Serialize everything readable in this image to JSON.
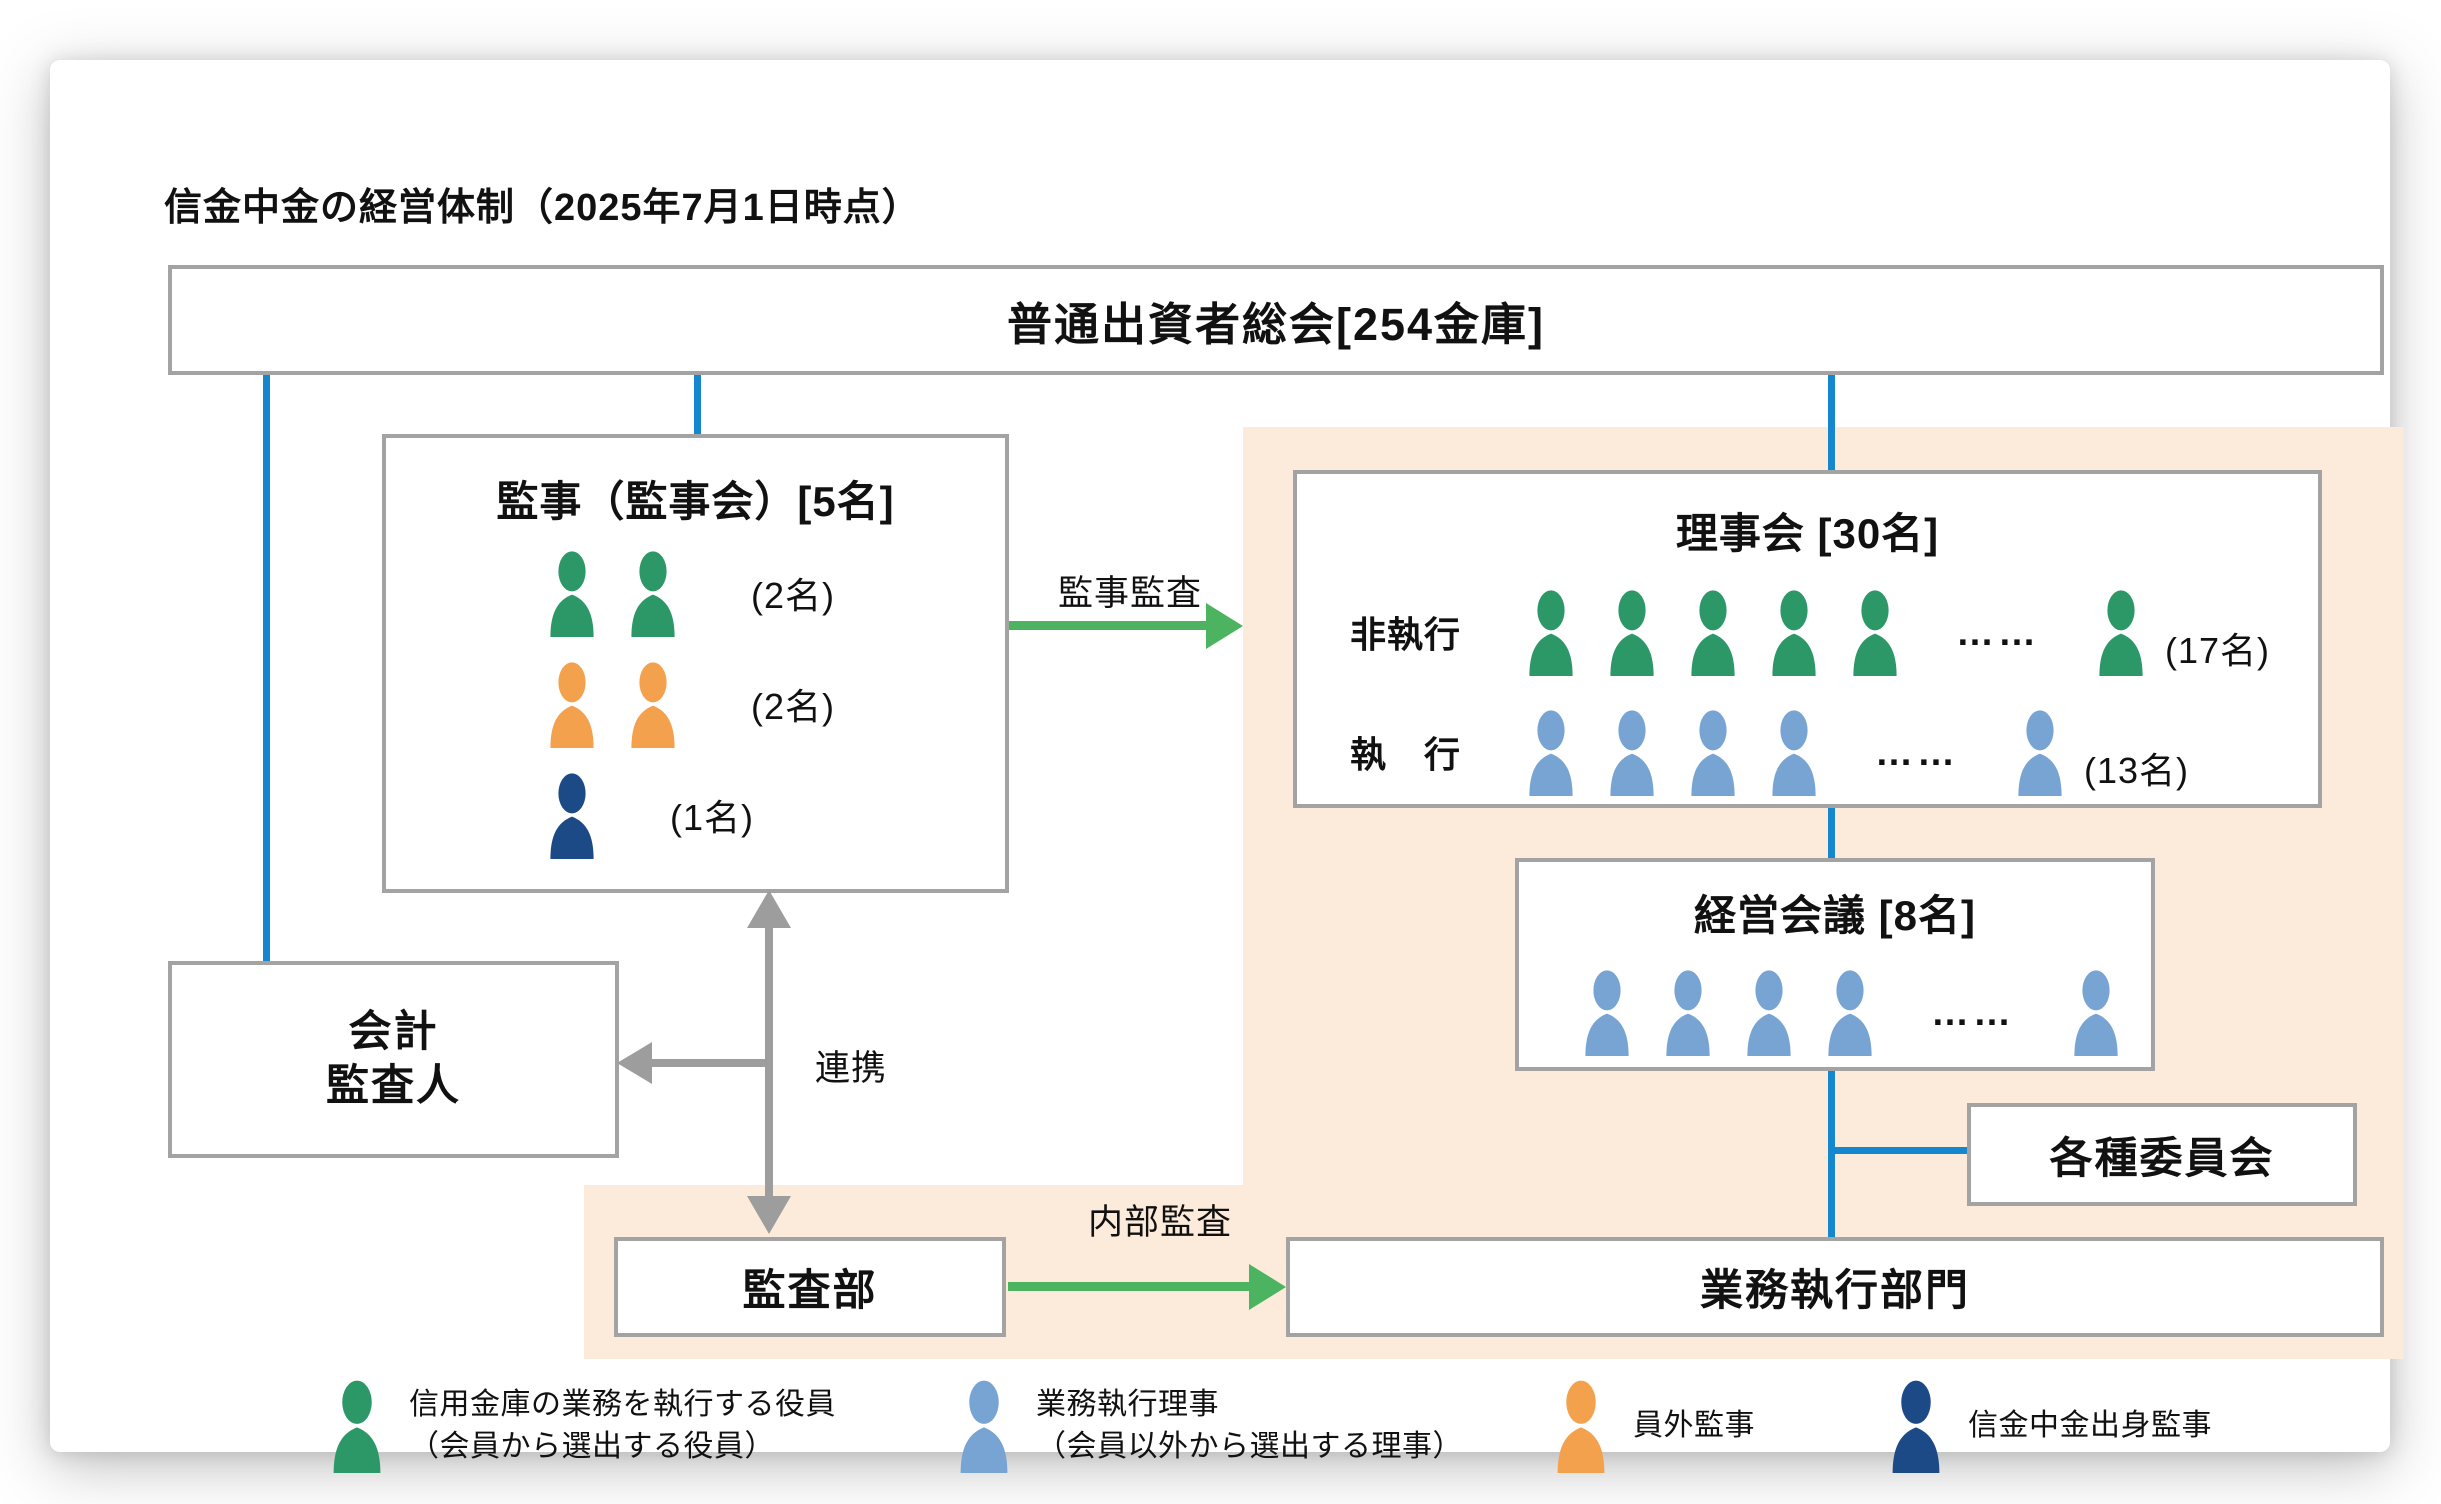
{
  "title": "信金中金の経営体制（2025年7月1日時点）",
  "colors": {
    "green": "#2C9767",
    "blue": "#77A4D3",
    "orange": "#F4A14E",
    "navy": "#1C4A87",
    "line_blue": "#1487CE",
    "arrow_green": "#4CB360",
    "arrow_gray": "#9D9D9D",
    "box_border": "#A3A3A3",
    "panel_bg": "#FCEBDA"
  },
  "boxes": {
    "general_meeting": {
      "label": "普通出資者総会[254金庫]"
    },
    "auditors": {
      "title": "監事（監事会）[5名]",
      "rows": [
        {
          "color": "green",
          "count": 2,
          "label": "(2名)"
        },
        {
          "color": "orange",
          "count": 2,
          "label": "(2名)"
        },
        {
          "color": "navy",
          "count": 1,
          "label": "(1名)"
        }
      ]
    },
    "board": {
      "title": "理事会 [30名]",
      "rows": [
        {
          "label": "非執行",
          "color": "green",
          "before": 5,
          "dots": "……",
          "after": 1,
          "count_label": "(17名)"
        },
        {
          "label": "執　行",
          "color": "blue",
          "before": 4,
          "dots": "……",
          "after": 1,
          "count_label": "(13名)"
        }
      ]
    },
    "management_meeting": {
      "title": "経営会議 [8名]",
      "row": {
        "color": "blue",
        "before": 4,
        "dots": "……",
        "after": 1
      }
    },
    "committees": {
      "label": "各種委員会"
    },
    "execution_division": {
      "label": "業務執行部門"
    },
    "audit_department": {
      "label": "監査部"
    },
    "accounting_auditor": {
      "line1": "会計",
      "line2": "監査人"
    }
  },
  "arrows": {
    "audit_by_auditors": "監事監査",
    "internal_audit": "内部監査",
    "cooperation": "連携"
  },
  "legend": [
    {
      "color": "green",
      "count": 1,
      "line1": "信用金庫の業務を執行する役員",
      "line2": "（会員から選出する役員）"
    },
    {
      "color": "blue",
      "count": 1,
      "line1": "業務執行理事",
      "line2": "（会員以外から選出する理事）"
    },
    {
      "color": "orange",
      "count": 1,
      "line1": "員外監事",
      "line2": ""
    },
    {
      "color": "navy",
      "count": 1,
      "line1": "信金中金出身監事",
      "line2": ""
    }
  ]
}
